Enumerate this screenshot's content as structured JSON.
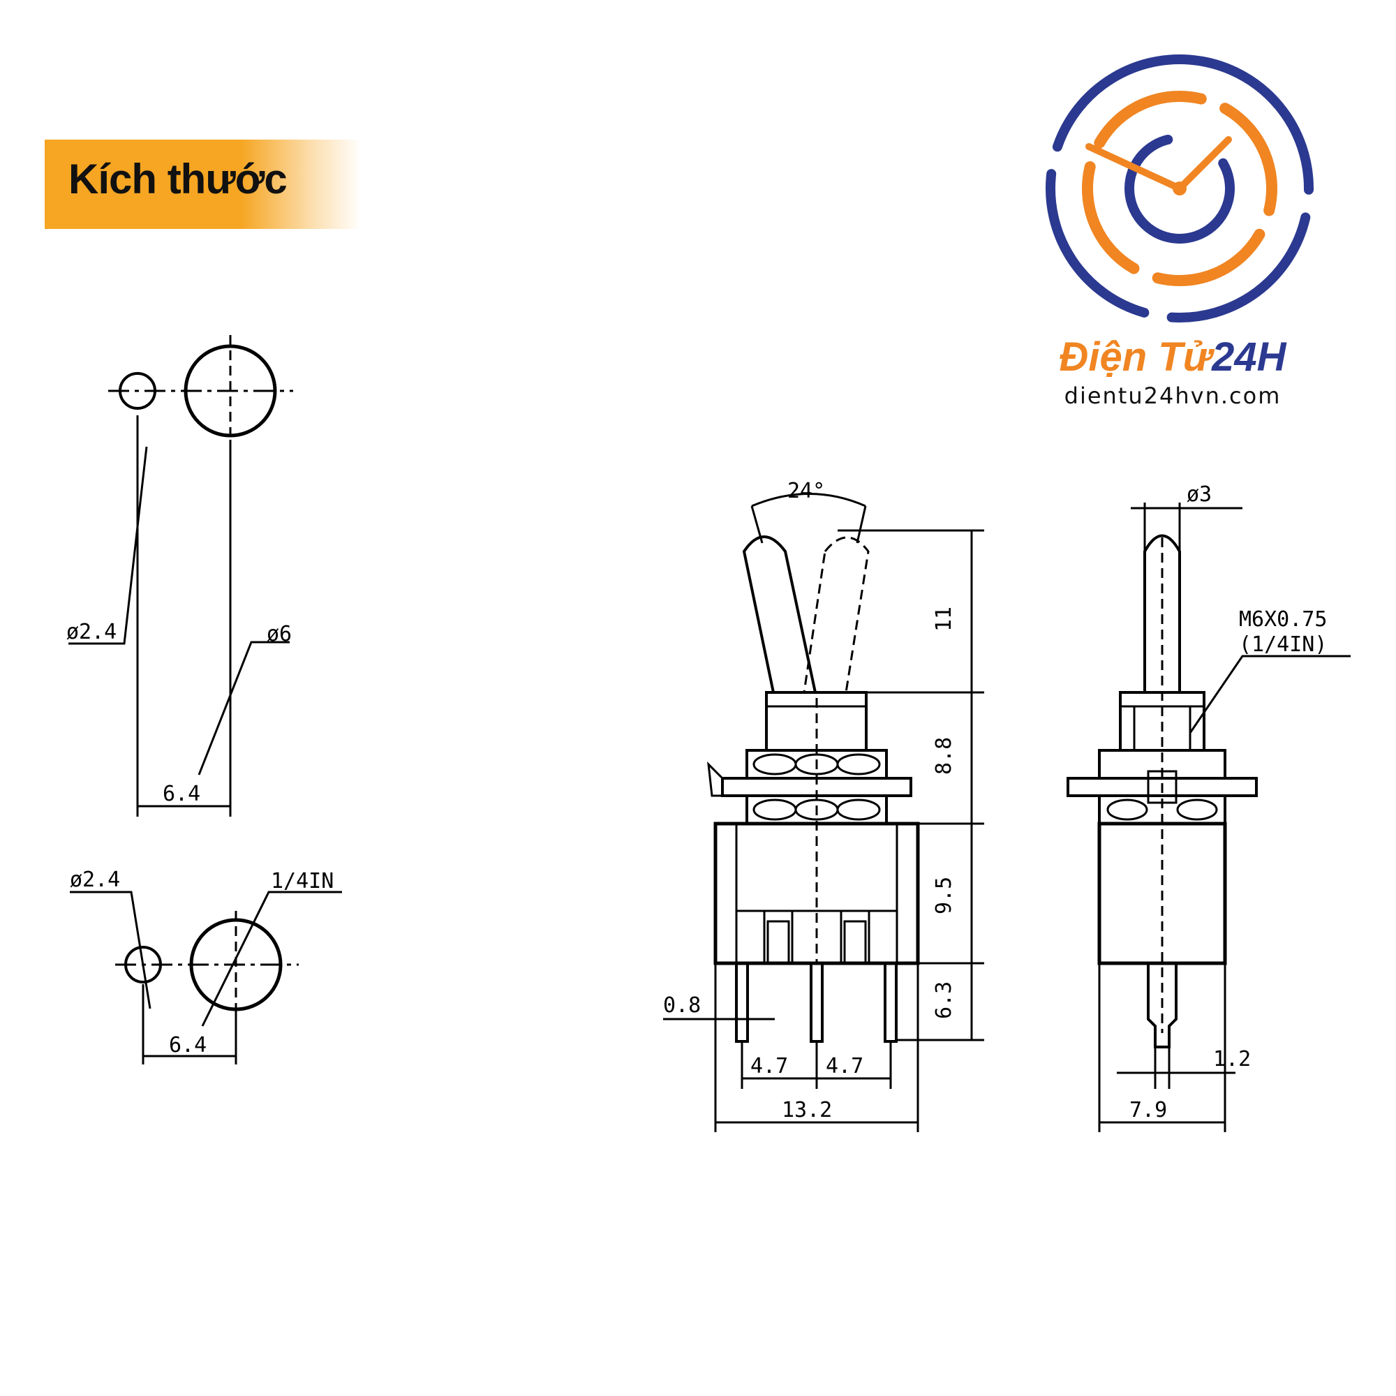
{
  "header": {
    "title": "Kích thước"
  },
  "brand": {
    "name_part1": "Điện Tử",
    "name_part2": "24H",
    "website": "dientu24hvn.com"
  },
  "colors": {
    "banner": "#f6a623",
    "logo_orange": "#f08522",
    "logo_blue": "#2b3990"
  },
  "hole_top": {
    "small_hole": "ø2.4",
    "large_hole": "ø6",
    "spacing": "6.4"
  },
  "hole_bottom": {
    "small_hole": "ø2.4",
    "large_hole": "1/4IN",
    "spacing": "6.4"
  },
  "front_view": {
    "angle": "24°",
    "dims": {
      "lever": "11",
      "bushing": "8.8",
      "body": "9.5",
      "pins": "6.3",
      "pin_width": "0.8",
      "pitch_left": "4.7",
      "pitch_right": "4.7",
      "width": "13.2"
    }
  },
  "side_view": {
    "lever_dia": "ø3",
    "thread": "M6X0.75",
    "thread_in": "(1/4IN)",
    "pin": "1.2",
    "depth": "7.9"
  }
}
